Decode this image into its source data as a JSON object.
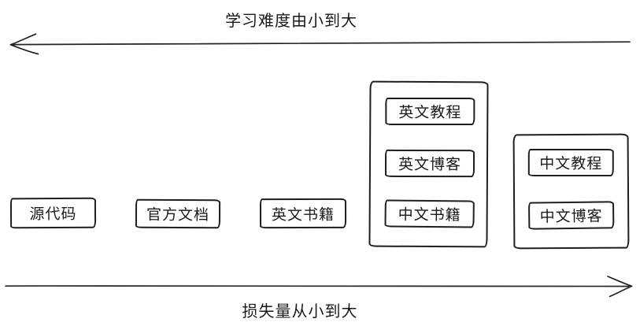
{
  "canvas": {
    "background": "#ffffff",
    "stroke_color": "#1e1e1e",
    "text_color": "#1a1a1a"
  },
  "top_axis": {
    "label": "学习难度由小到大",
    "direction": "left"
  },
  "bottom_axis": {
    "label": "损失量从小到大",
    "direction": "right"
  },
  "nodes": [
    {
      "label": "源代码"
    },
    {
      "label": "官方文档"
    },
    {
      "label": "英文书籍"
    }
  ],
  "groups": [
    {
      "nodes": [
        {
          "label": "英文教程"
        },
        {
          "label": "英文博客"
        },
        {
          "label": "中文书籍"
        }
      ]
    },
    {
      "nodes": [
        {
          "label": "中文教程"
        },
        {
          "label": "中文博客"
        }
      ]
    }
  ]
}
